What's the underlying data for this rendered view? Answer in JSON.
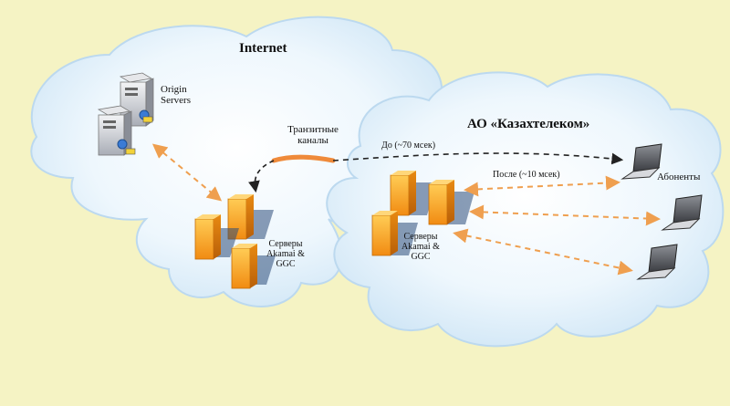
{
  "clouds": {
    "internet": {
      "title": "Internet"
    },
    "isp": {
      "title": "АО «Казахтелеком»"
    }
  },
  "labels": {
    "origin_servers": [
      "Origin",
      "Servers"
    ],
    "transit_channels": [
      "Транзитные",
      "каналы"
    ],
    "before": "До (~70 мсек)",
    "after": "После (~10 мсек)",
    "subscribers": "Абоненты",
    "akamai_internet": [
      "Серверы",
      "Akamai &",
      "GGC"
    ],
    "akamai_isp": [
      "Серверы",
      "Akamai &",
      "GGC"
    ]
  },
  "colors": {
    "background": "#f5f3c4",
    "cloud_fill": "#d8ecf8",
    "arrow_orange": "#ef9f4f",
    "arrow_dark": "#222222",
    "server_orange": "#f4a21f",
    "origin_server": "#b9bcc3"
  }
}
